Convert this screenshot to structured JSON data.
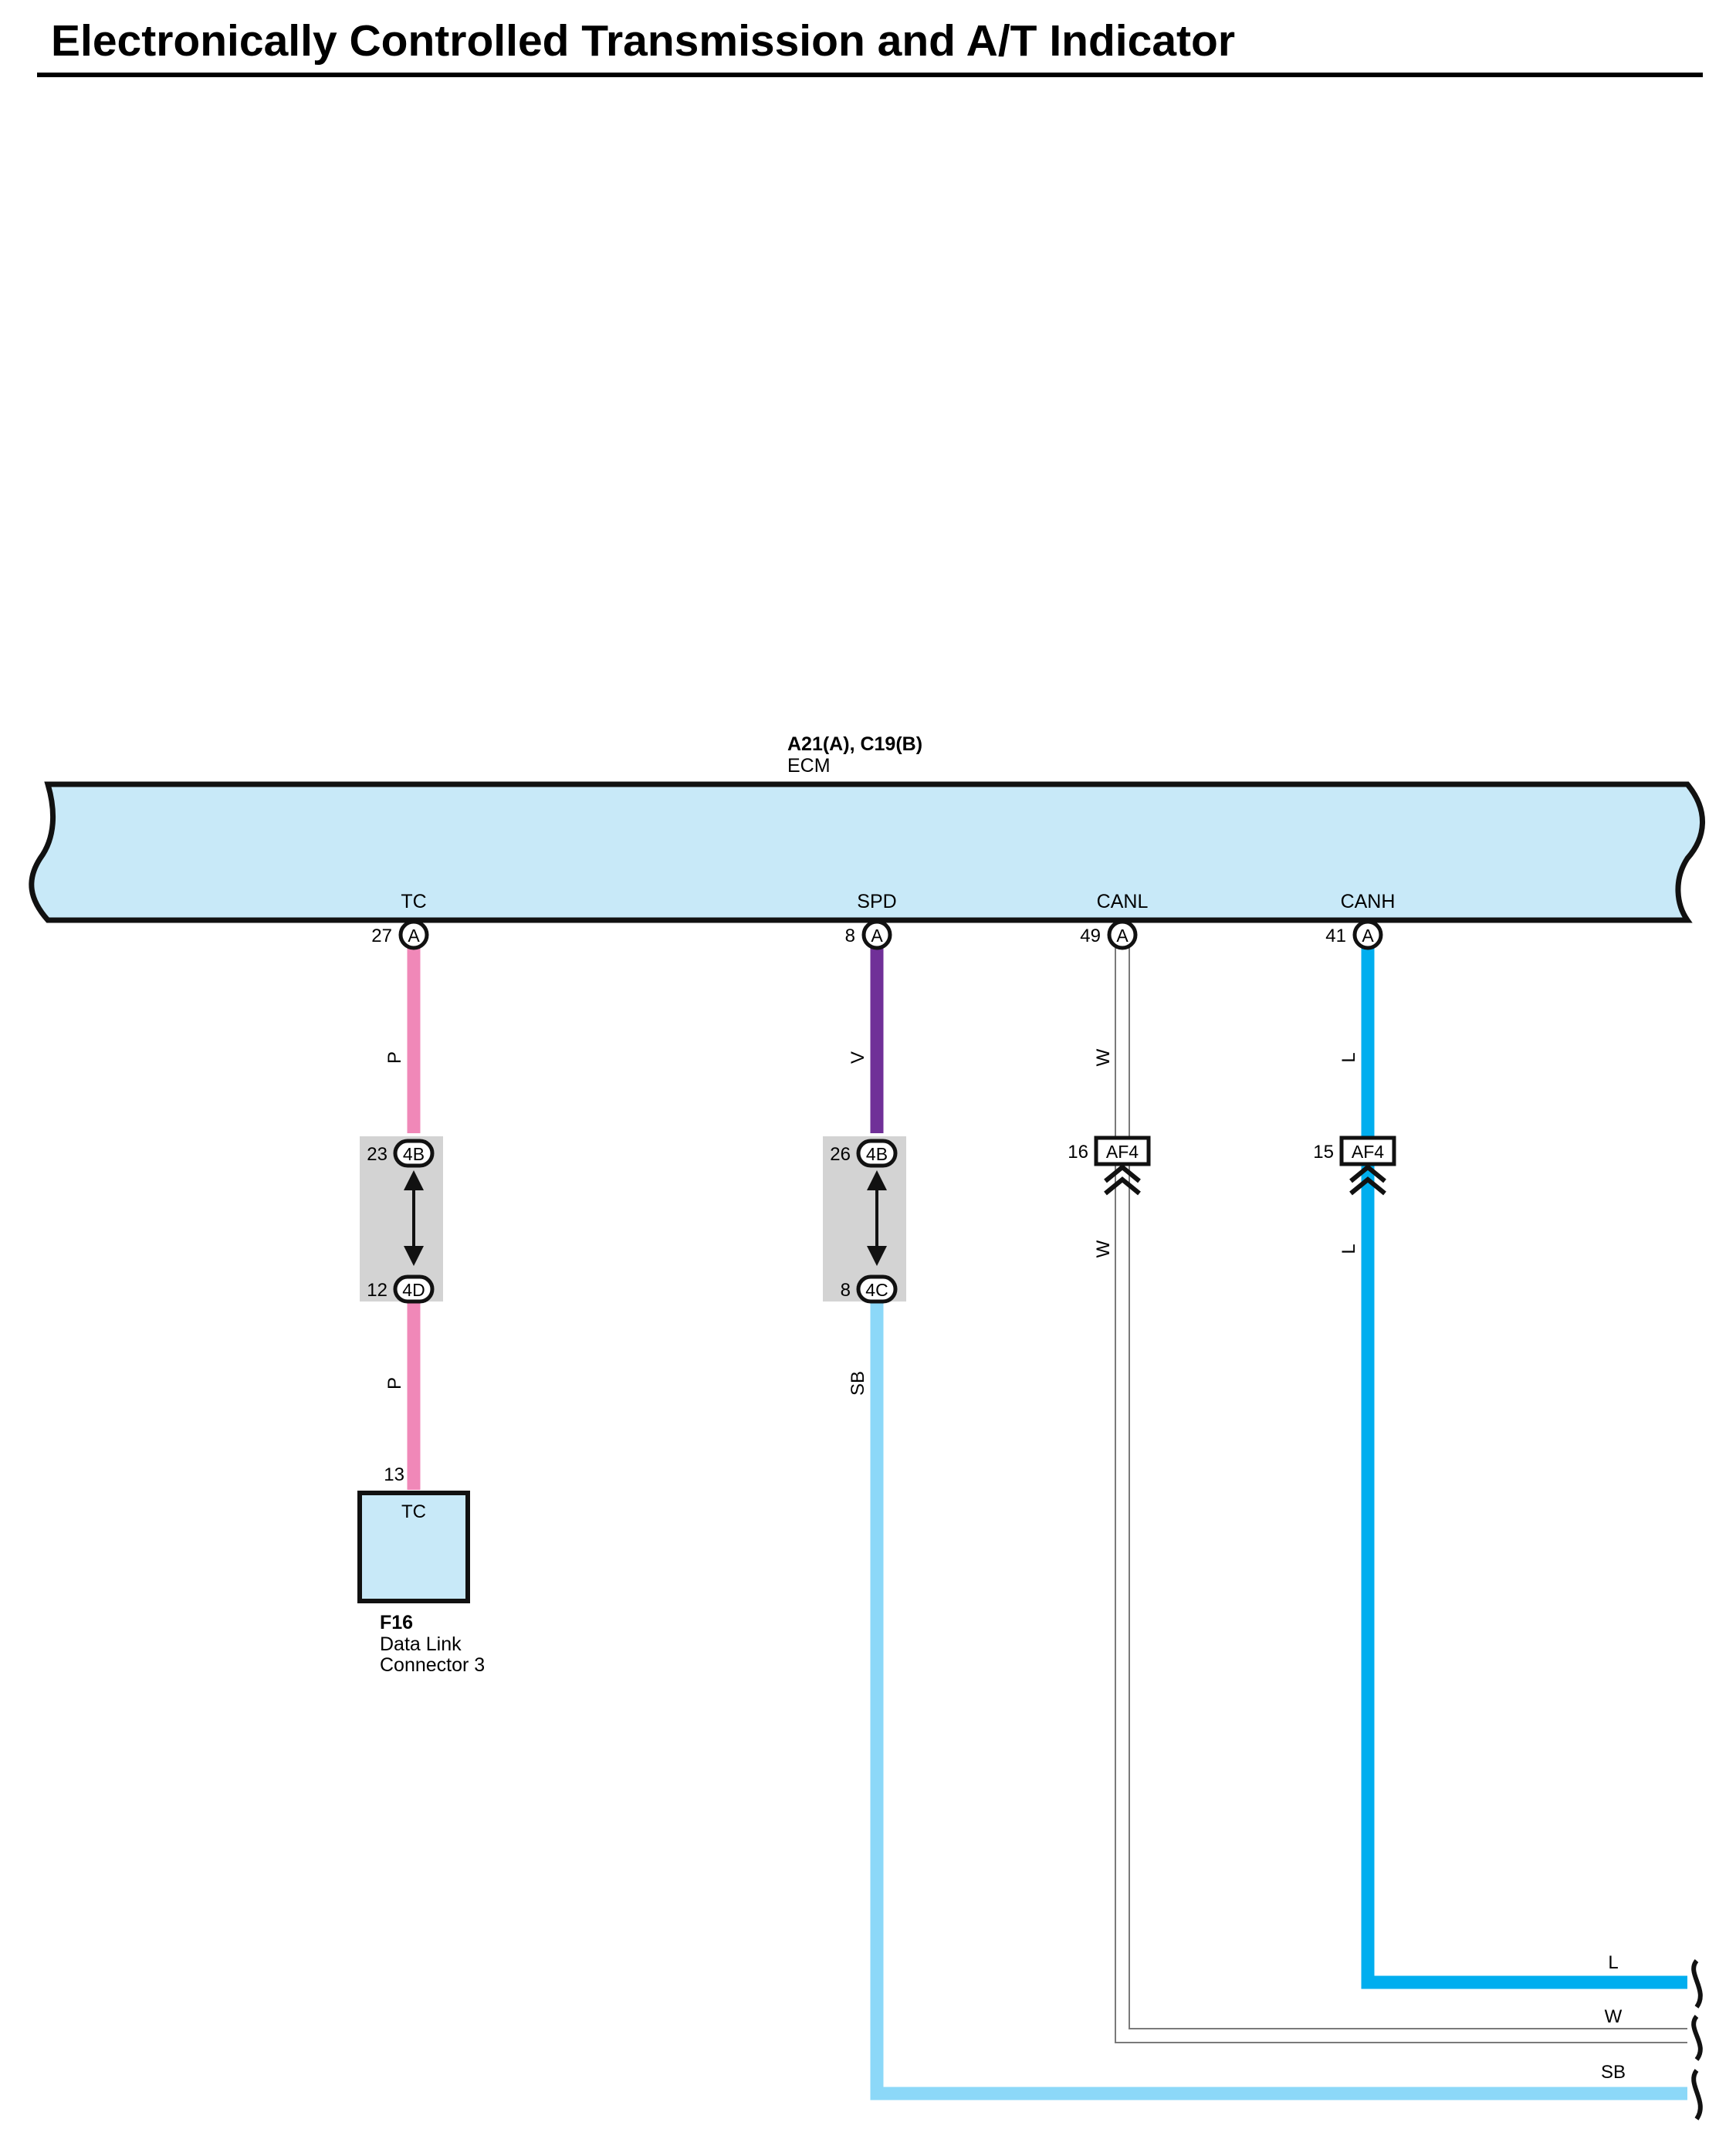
{
  "title": "Electronically Controlled Transmission and A/T Indicator",
  "ecm": {
    "code": "A21(A), C19(B)",
    "name": "ECM",
    "fill": "#c8e9f8",
    "pins": [
      {
        "name": "TC",
        "number": "27",
        "connector": "A"
      },
      {
        "name": "SPD",
        "number": "8",
        "connector": "A"
      },
      {
        "name": "CANL",
        "number": "49",
        "connector": "A"
      },
      {
        "name": "CANH",
        "number": "41",
        "connector": "A"
      }
    ]
  },
  "wire_colors": {
    "P": "#f088b8",
    "V": "#703098",
    "W": "#ffffff",
    "L": "#00aeef",
    "SB": "#8cd8f8"
  },
  "junctions": [
    {
      "top_pin": "23",
      "top_code": "4B",
      "bottom_pin": "12",
      "bottom_code": "4D"
    },
    {
      "top_pin": "26",
      "top_code": "4B",
      "bottom_pin": "8",
      "bottom_code": "4C"
    }
  ],
  "connectors": [
    {
      "pin": "16",
      "code": "AF4"
    },
    {
      "pin": "15",
      "code": "AF4"
    }
  ],
  "wire_labels": {
    "tc_upper": "P",
    "tc_lower": "P",
    "spd_upper": "V",
    "spd_lower": "SB",
    "canl_upper": "W",
    "canl_lower": "W",
    "canh_upper": "L",
    "canh_lower": "L"
  },
  "dlc": {
    "pin": "13",
    "terminal": "TC",
    "code": "F16",
    "name_line1": "Data Link",
    "name_line2": "Connector 3",
    "fill": "#c8e9f8"
  },
  "exit_labels": {
    "l": "L",
    "w": "W",
    "sb": "SB"
  }
}
